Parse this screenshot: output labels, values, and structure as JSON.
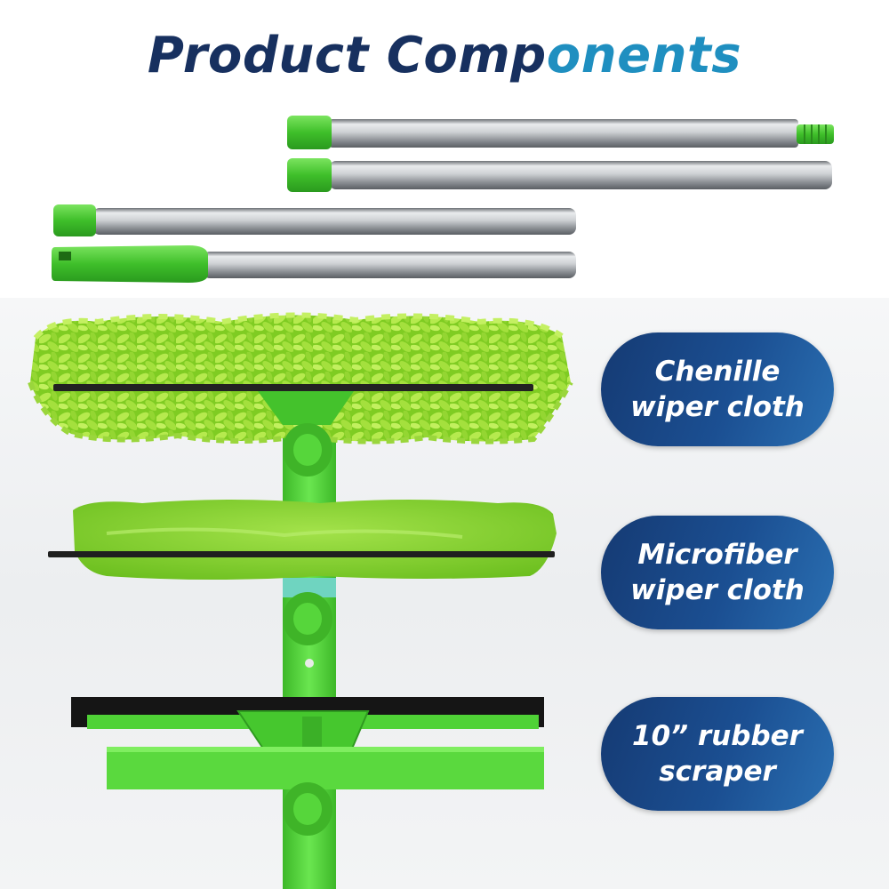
{
  "title": {
    "part1": "Product Comp",
    "part2": "onents"
  },
  "labels": [
    {
      "line1": "Chenille",
      "line2": "wiper cloth"
    },
    {
      "line1": "Microfiber",
      "line2": "wiper cloth"
    },
    {
      "line1": "10” rubber",
      "line2": "scraper"
    }
  ],
  "colors": {
    "title_dark": "#17305f",
    "title_accent": "#1f8fc0",
    "pill_blue": "#1b4f92",
    "product_green": "#56d63b",
    "pole_metal": "#b9bcc0"
  },
  "icons": [
    "telescopic-pole-segment",
    "chenille-pad",
    "microfiber-pad",
    "rubber-squeegee-blade"
  ]
}
